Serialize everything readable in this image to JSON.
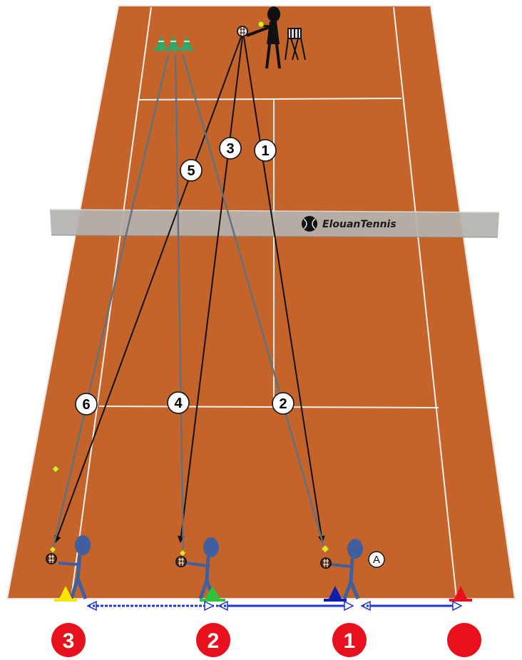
{
  "brand": {
    "name": "ElouanTennis"
  },
  "player_tag": "A",
  "shot_labels": [
    "1",
    "2",
    "3",
    "4",
    "5",
    "6"
  ],
  "stations": [
    {
      "label": "3",
      "cone_color": "#f5e600"
    },
    {
      "label": "2",
      "cone_color": "#2ec33a"
    },
    {
      "label": "1",
      "cone_color": "#0a1fb0"
    },
    {
      "label": "",
      "cone_color": "#e8101c"
    }
  ],
  "colors": {
    "court": "#c5642a",
    "lines": "#f2f0ea",
    "net": "#b4b2ae",
    "player": "#3f5f9e",
    "feed_line": "#111111",
    "return_line": "#63707e",
    "station_badge": "#e8101c",
    "movement_arrow": "#1f35d6"
  }
}
